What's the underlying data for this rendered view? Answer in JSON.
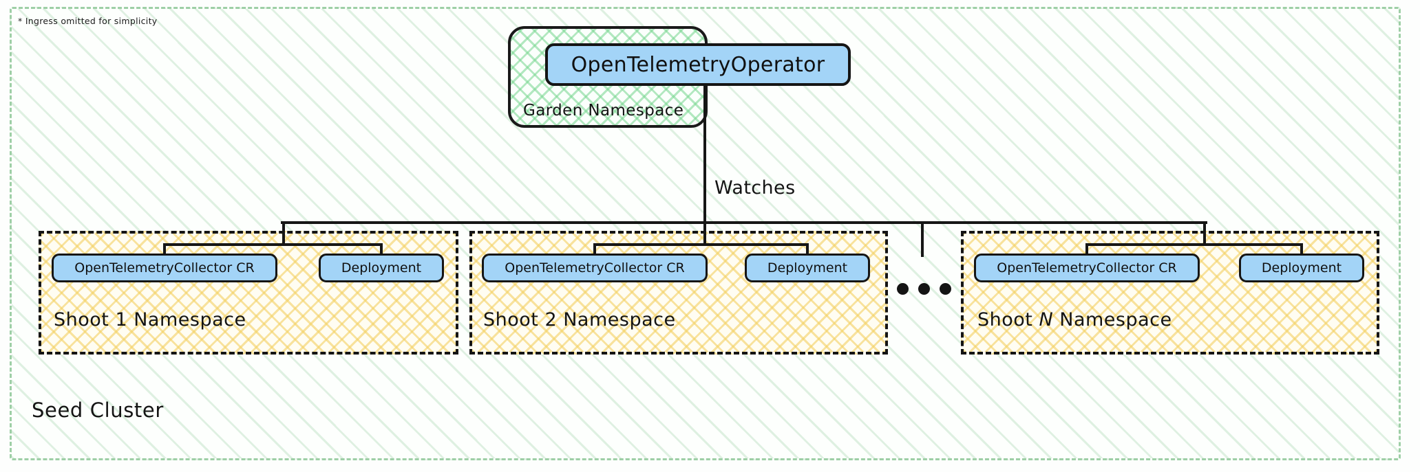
{
  "diagram": {
    "footnote": "* Ingress omitted for simplicity",
    "outer_container": {
      "label": "Seed Cluster",
      "border_color": "#9ecfa6",
      "hatch_color": "#96cda0",
      "border_style": "dashed"
    },
    "garden_namespace": {
      "label": "Garden Namespace",
      "border_color": "#1a1a1a",
      "hatch_color": "#76d68e",
      "border_style": "solid-rounded",
      "node": {
        "label": "OpenTelemetryOperator",
        "fill": "#a3d4f7",
        "border": "#151515"
      }
    },
    "edges": {
      "watches_label": "Watches"
    },
    "ellipsis": "...",
    "shoot_namespaces": [
      {
        "label": "Shoot 1 Namespace",
        "label_prefix": "Shoot 1 Namespace",
        "nodes": [
          {
            "label": "OpenTelemetryCollector CR",
            "fill": "#a3d4f7"
          },
          {
            "label": "Deployment",
            "fill": "#a3d4f7"
          }
        ]
      },
      {
        "label": "Shoot 2 Namespace",
        "label_prefix": "Shoot 2 Namespace",
        "nodes": [
          {
            "label": "OpenTelemetryCollector CR",
            "fill": "#a3d4f7"
          },
          {
            "label": "Deployment",
            "fill": "#a3d4f7"
          }
        ]
      },
      {
        "label": "Shoot N Namespace",
        "label_prefix": "Shoot ",
        "label_italic": "N",
        "label_suffix": " Namespace",
        "nodes": [
          {
            "label": "OpenTelemetryCollector CR",
            "fill": "#a3d4f7"
          },
          {
            "label": "Deployment",
            "fill": "#a3d4f7"
          }
        ]
      }
    ],
    "colors": {
      "node_fill": "#a3d4f7",
      "node_border": "#151515",
      "shoot_hatch": "#f3d162",
      "garden_hatch": "#76d68e",
      "seed_stripe": "#96cda0",
      "wire": "#161616"
    }
  }
}
